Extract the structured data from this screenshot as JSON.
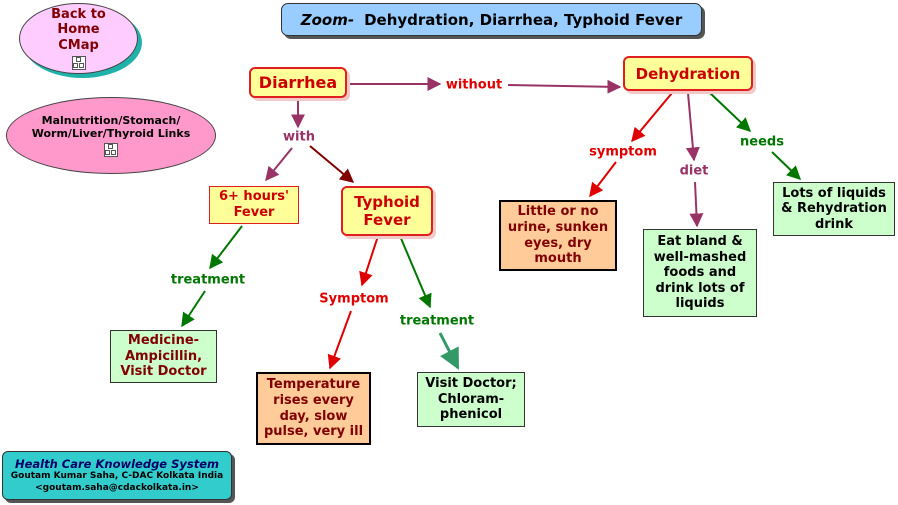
{
  "title": {
    "prefix": "Zoom-",
    "text": "Dehydration, Diarrhea, Typhoid Fever"
  },
  "nav": {
    "back_home": "Back to Home CMap",
    "links": "Malnutrition/Stomach/ Worm/Liver/Thyroid Links"
  },
  "concepts": {
    "diarrhea": "Diarrhea",
    "dehydration": "Dehydration",
    "six_hours_fever": "6+ hours' Fever",
    "typhoid_fever": "Typhoid Fever",
    "medicine": "Medicine- Ampicillin, Visit Doctor",
    "temperature": "Temperature rises every day, slow pulse, very ill",
    "visit_doctor": "Visit Doctor; Chloram- phenicol",
    "little_urine": "Little or no urine, sunken eyes, dry mouth",
    "eat_bland": "Eat bland & well-mashed foods and drink lots of liquids",
    "lots_liquids": "Lots of liquids & Rehydration drink"
  },
  "links": {
    "without": "without",
    "with": "with",
    "treatment1": "treatment",
    "symptom_typhoid": "Symptom",
    "treatment2": "treatment",
    "symptom_dehyd": "symptom",
    "diet": "diet",
    "needs": "needs"
  },
  "footer": {
    "system": "Health Care Knowledge System",
    "author": "Goutam Kumar Saha, C-DAC Kolkata India",
    "email": "<goutam.saha@cdackolkata.in>"
  },
  "colors": {
    "concept_fill": "#ffff99",
    "concept_text": "#cc0000",
    "title_fill": "#99ccff",
    "back_fill": "#ffccff",
    "links_fill": "#ff99cc",
    "footer_fill": "#33cccc",
    "green_box": "#ccffcc",
    "orange_box": "#ffcc99",
    "purple_link": "#993366",
    "red_link": "#e00000",
    "green_link": "#007700",
    "darkred_link": "#800000",
    "teal_link": "#339966"
  },
  "icons": [
    "cmap-link-icon",
    "cmap-link-icon"
  ]
}
